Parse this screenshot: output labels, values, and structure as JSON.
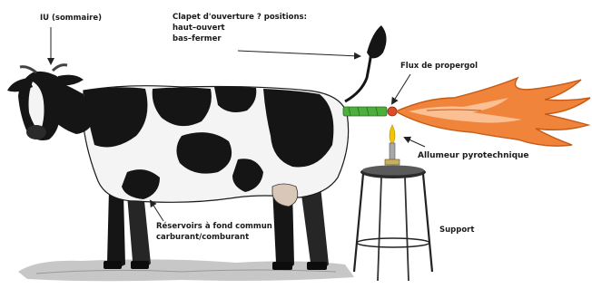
{
  "labels": {
    "iu": "IU (sommaire)",
    "clapet_line1": "Clapet d'ouverture ? positions:",
    "clapet_line2": "haut–ouvert",
    "clapet_line3": "bas–fermer",
    "flux": "Flux de propergol",
    "allumeur": "Allumeur pyrotechnique",
    "support": "Support",
    "reservoirs_line1": "Réservoirs à fond commun",
    "reservoirs_line2": "carburant/comburant"
  },
  "colors": {
    "flame_fill": "#f0843a",
    "flame_stroke": "#c65a16",
    "flame_light": "#ffd3b0",
    "nozzle": "#4caf3c",
    "igniter_flame": "#f5c400",
    "cow_black": "#151515",
    "cow_white": "#f4f4f4"
  }
}
